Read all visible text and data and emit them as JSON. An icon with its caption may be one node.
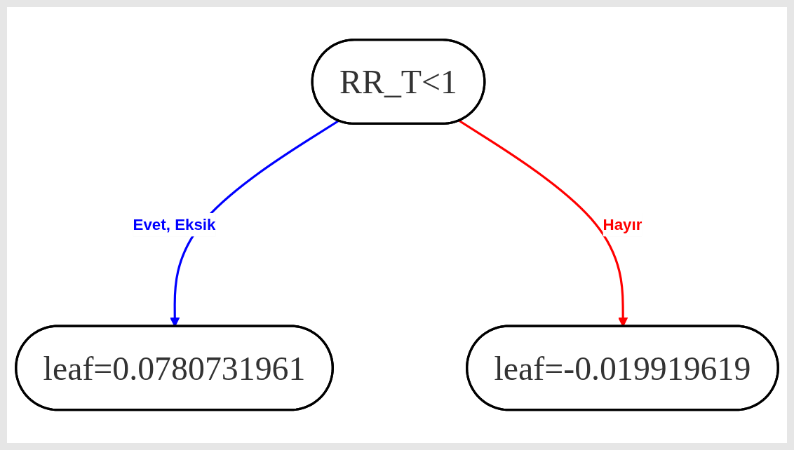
{
  "diagram": {
    "nodes": [
      {
        "text": [
          "RR_T<1"
        ]
      },
      {
        "text": [
          "leaf=0.0780731961"
        ]
      },
      {
        "text": [
          "leaf=-0.019919619"
        ]
      }
    ],
    "edges": [
      {
        "from": 0,
        "to": 1,
        "arrow": "to",
        "label": "Evet, Eksik",
        "color": "#0000ff"
      },
      {
        "from": 0,
        "to": 2,
        "arrow": "to",
        "label": "Hayır",
        "color": "#ff0000"
      }
    ]
  }
}
